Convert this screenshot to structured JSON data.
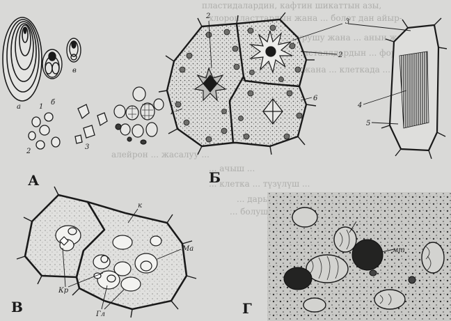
{
  "panels": {
    "a": {
      "letter": "А",
      "labels": {
        "a": "а",
        "one": "1",
        "b": "б",
        "v": "в",
        "two": "2",
        "three": "3"
      }
    },
    "b": {
      "letter": "Б",
      "labels": {
        "one": "1",
        "two_top": "2",
        "two_right": "2",
        "three": "3",
        "four": "4",
        "five": "5",
        "six": "6"
      }
    },
    "v": {
      "letter": "В",
      "labels": {
        "k": "к",
        "ma": "Ма",
        "kr": "Кр",
        "gl": "Гл"
      }
    },
    "g": {
      "letter": "Г",
      "labels": {
        "mt": "мт"
      }
    }
  },
  "background_text": [
    "пластидалардин, кафтин шикаттын азы,",
    "хлоропласттардын жана ... болот дан айыр-",
    "турушу жана ... анын жанга ...",
    "кристаллдардын ... формасы ...",
    "... жана ... клеткада ...",
    "алейрон ... жасалуу ...",
    "... ачыш ...",
    "... клетка ... түзүлүш ...",
    "... дары ... эки ... жашаш ...",
    "... болушу ..."
  ],
  "colors": {
    "ink": "#1a1a1a",
    "paper": "#d9d9d7",
    "fill_gray": "#7c7c78"
  }
}
